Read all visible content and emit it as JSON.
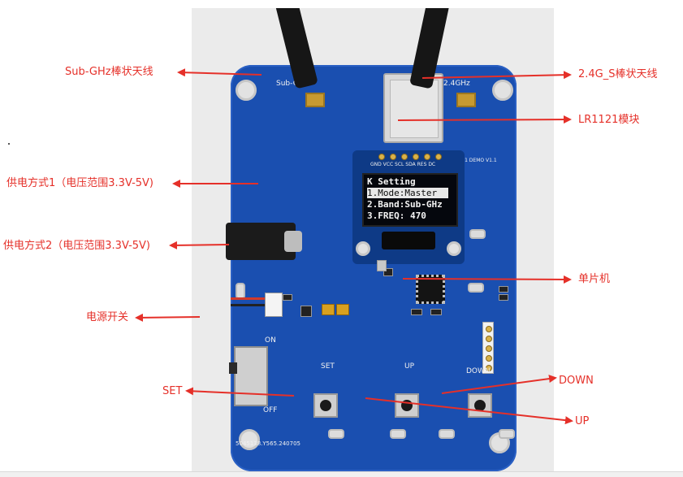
{
  "labels": {
    "subghz_antenna": "Sub-GHz棒状天线",
    "g24_antenna": "2.4G_S棒状天线",
    "module": "LR1121模块",
    "power1": "供电方式1（电压范围3.3V-5V)",
    "power2": "供电方式2（电压范围3.3V-5V)",
    "mcu": "单片机",
    "power_switch": "电源开关",
    "set": "SET",
    "down": "DOWN",
    "up": "UP"
  },
  "board": {
    "silk_subghz": "Sub-GHz",
    "silk_24ghz": "2.4GHz",
    "silk_model": "LoRa1121 DEMO V1.1",
    "silk_pins": "GND VCC SCL SDA RES DC",
    "silk_on": "ON",
    "silk_off": "OFF",
    "silk_set": "SET",
    "silk_up": "UP",
    "silk_down": "DOWN",
    "silk_serial": "5045138.Y565.240705"
  },
  "oled": {
    "title": "K   Setting",
    "line1": "1.Mode:Master",
    "line2": "2.Band:Sub-GHz",
    "line3": "3.FREQ: 470"
  },
  "colors": {
    "annotation": "#e53029",
    "pcb": "#1a4fb0"
  }
}
